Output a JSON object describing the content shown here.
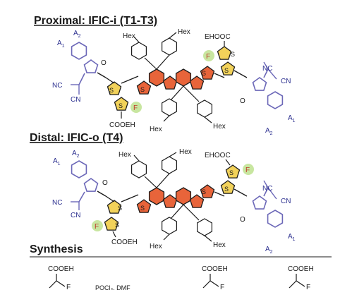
{
  "colors": {
    "core": "#e8643a",
    "thiophene": "#f2d25a",
    "endgroup": "#6c68b8",
    "phenyl": "#ffffff",
    "fluorine_highlight": "#c8e6a0",
    "ink": "#1a1a1a"
  },
  "proximal": {
    "title": "Proximal: IFIC-i (T1-T3)",
    "hex_labels": [
      "Hex",
      "Hex",
      "Hex",
      "Hex"
    ],
    "left_endgroup": {
      "a1": "A",
      "a1_sub": "1",
      "a2": "A",
      "a2_sub": "2",
      "o": "O",
      "cn1": "NC",
      "cn2": "CN"
    },
    "right_endgroup": {
      "a1": "A",
      "a1_sub": "1",
      "a2": "A",
      "a2_sub": "2",
      "o": "O",
      "cn1": "NC",
      "cn2": "CN"
    },
    "left_thieno": {
      "s1": "S",
      "s2": "S",
      "f": "F",
      "acid": "COOEH"
    },
    "right_thieno": {
      "s1": "S",
      "s2": "S",
      "f": "F",
      "acid": "EHOOC"
    },
    "core_s": [
      "S",
      "S"
    ]
  },
  "distal": {
    "title": "Distal: IFIC-o (T4)",
    "hex_labels": [
      "Hex",
      "Hex",
      "Hex",
      "Hex"
    ],
    "left_endgroup": {
      "a1": "A",
      "a1_sub": "1",
      "a2": "A",
      "a2_sub": "2",
      "o": "O",
      "cn1": "NC",
      "cn2": "CN"
    },
    "right_endgroup": {
      "a1": "A",
      "a1_sub": "1",
      "a2": "A",
      "a2_sub": "2",
      "o": "O",
      "cn1": "NC",
      "cn2": "CN"
    },
    "left_thieno": {
      "s1": "S",
      "s2": "S",
      "f": "F",
      "acid": "COOEH"
    },
    "right_thieno": {
      "s1": "S",
      "s2": "S",
      "f": "F",
      "acid": "EHOOC"
    },
    "core_s": [
      "S",
      "S"
    ]
  },
  "synthesis": {
    "title": "Synthesis",
    "acid_labels": [
      "COOEH",
      "COOEH",
      "COOEH"
    ],
    "f_labels": [
      "F",
      "F",
      "F"
    ],
    "reagent": "POCl₃, DMF"
  }
}
